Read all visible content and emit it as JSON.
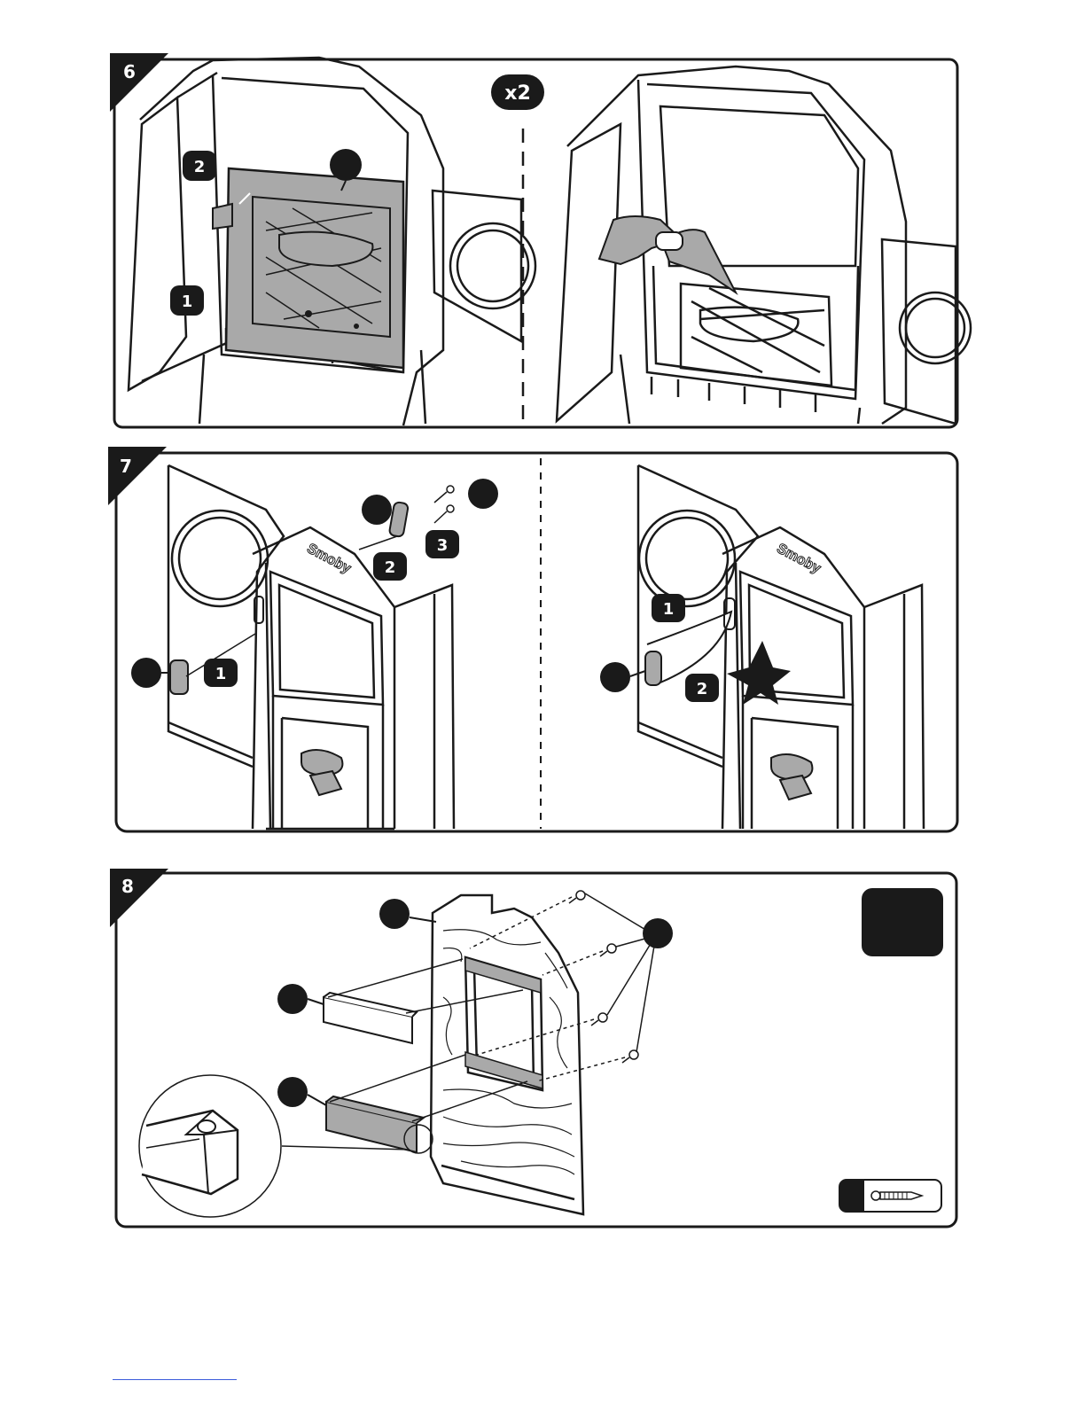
{
  "steps": [
    {
      "number": "6",
      "multiplier": "x2",
      "left_callouts": [
        "2",
        "1"
      ]
    },
    {
      "number": "7",
      "left_callouts": [
        "2",
        "3",
        "1"
      ],
      "right_callouts": [
        "1",
        "2"
      ],
      "brand": "Smoby"
    },
    {
      "number": "8"
    }
  ],
  "colors": {
    "ink": "#1a1a1a",
    "part_fill": "#a9a9a9",
    "background": "#ffffff",
    "footer_link": "#3b5bdb"
  }
}
